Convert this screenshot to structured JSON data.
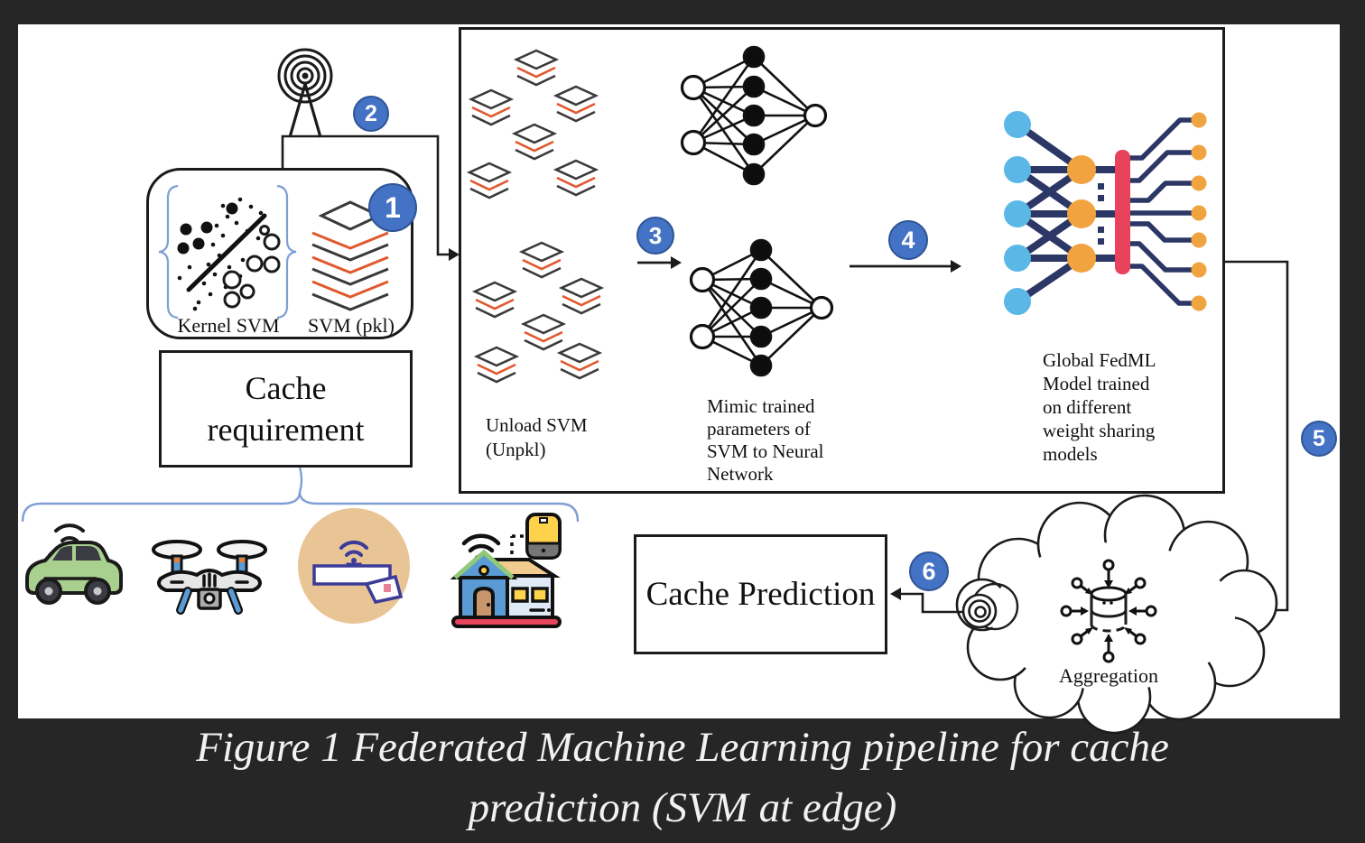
{
  "figure": {
    "caption_line1": "Figure 1 Federated Machine Learning pipeline for cache",
    "caption_line2": "prediction (SVM at edge)"
  },
  "badges": {
    "step1": "1",
    "step2": "2",
    "step3": "3",
    "step4": "4",
    "step5": "5",
    "step6": "6"
  },
  "device_box": {
    "kernel_svm_label": "Kernel SVM",
    "svm_pkl_label": "SVM (pkl)"
  },
  "cache_requirement": {
    "label": "Cache\nrequirement"
  },
  "pipeline_box": {
    "unload_label": "Unload SVM\n(Unpkl)",
    "mimic_label": "Mimic trained\nparameters of\nSVM to Neural\nNetwork",
    "fedml_label": "Global FedML\nModel trained\non different\nweight sharing\nmodels"
  },
  "cache_prediction": {
    "label": "Cache Prediction"
  },
  "cloud": {
    "label": "Aggregation"
  },
  "icons": [
    "antenna-icon",
    "svm-scatter-icon",
    "layer-stack-icon",
    "neural-network-icon",
    "fedml-network-icon",
    "connected-car-icon",
    "drone-icon",
    "roadside-unit-icon",
    "smart-home-icon",
    "cloud-icon",
    "aggregation-db-icon",
    "coil-icon"
  ],
  "colors": {
    "background": "#262626",
    "badge_blue": "#4472C4",
    "stack_orange": "#E0592F",
    "brace_blue": "#7F9FD4",
    "fedml_navy": "#2C3766",
    "fedml_blue": "#5BB7E5",
    "fedml_orange": "#F0A33F",
    "fedml_red": "#E8435A"
  }
}
